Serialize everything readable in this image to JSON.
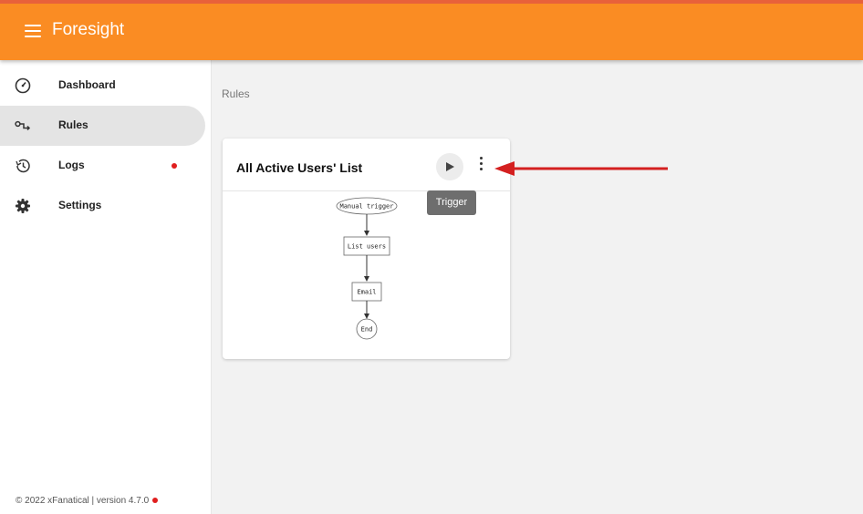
{
  "app": {
    "title": "Foresight"
  },
  "sidebar": {
    "items": [
      {
        "label": "Dashboard",
        "icon": "speedometer-icon",
        "active": false
      },
      {
        "label": "Rules",
        "icon": "rules-icon",
        "active": true
      },
      {
        "label": "Logs",
        "icon": "history-icon",
        "active": false,
        "notification": true
      },
      {
        "label": "Settings",
        "icon": "gear-icon",
        "active": false
      }
    ],
    "footer": "© 2022 xFanatical | version 4.7.0"
  },
  "main": {
    "breadcrumb": "Rules",
    "card": {
      "title": "All Active Users' List",
      "tooltip": "Trigger",
      "flow": {
        "nodes": [
          "Manual trigger",
          "List users",
          "Email",
          "End"
        ]
      }
    }
  },
  "colors": {
    "appbar": "#fa8c23",
    "accent_red": "#e01e1e",
    "arrow": "#d42020"
  }
}
